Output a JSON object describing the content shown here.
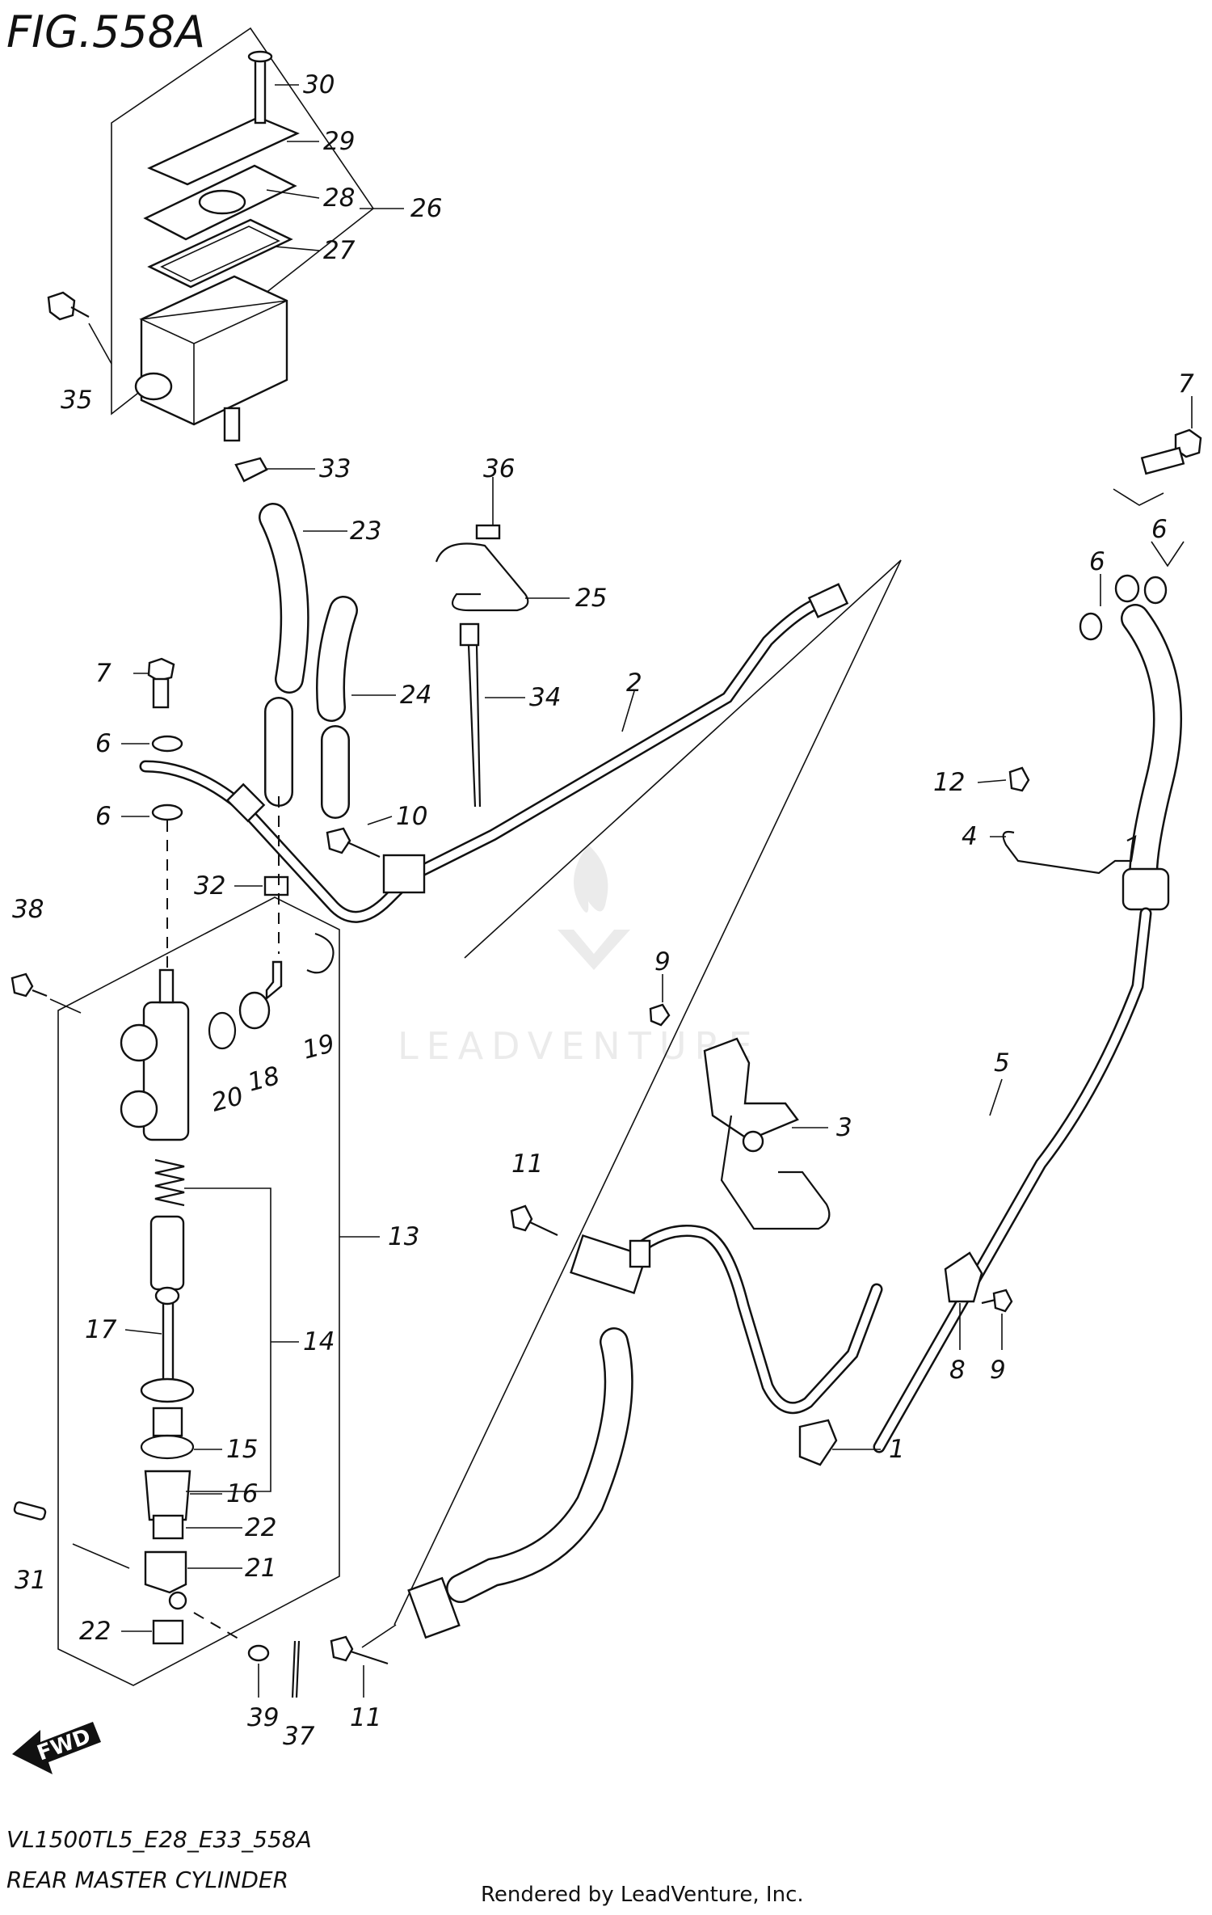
{
  "figure": {
    "title": "FIG.558A",
    "model_code": "VL1500TL5_E28_E33_558A",
    "caption": "REAR MASTER CYLINDER",
    "credit": "Rendered by LeadVenture, Inc.",
    "watermark": "LEADVENTURE",
    "direction_badge": "FWD"
  },
  "callouts": {
    "c1": "1",
    "c2": "2",
    "c3": "3",
    "c4": "4",
    "c5": "5",
    "c6a": "6",
    "c6b": "6",
    "c6c": "6",
    "c6d": "6",
    "c7a": "7",
    "c7b": "7",
    "c8": "8",
    "c9a": "9",
    "c9b": "9",
    "c10": "10",
    "c11a": "11",
    "c11b": "11",
    "c12": "12",
    "c13": "13",
    "c14": "14",
    "c15": "15",
    "c16": "16",
    "c17": "17",
    "c18": "18",
    "c19": "19",
    "c20": "20",
    "c21": "21",
    "c22a": "22",
    "c22b": "22",
    "c23": "23",
    "c24": "24",
    "c25": "25",
    "c26": "26",
    "c27": "27",
    "c28": "28",
    "c29": "29",
    "c30": "30",
    "c31": "31",
    "c32": "32",
    "c33": "33",
    "c34": "34",
    "c35": "35",
    "c36": "36",
    "c37": "37",
    "c38": "38",
    "c39": "39"
  }
}
